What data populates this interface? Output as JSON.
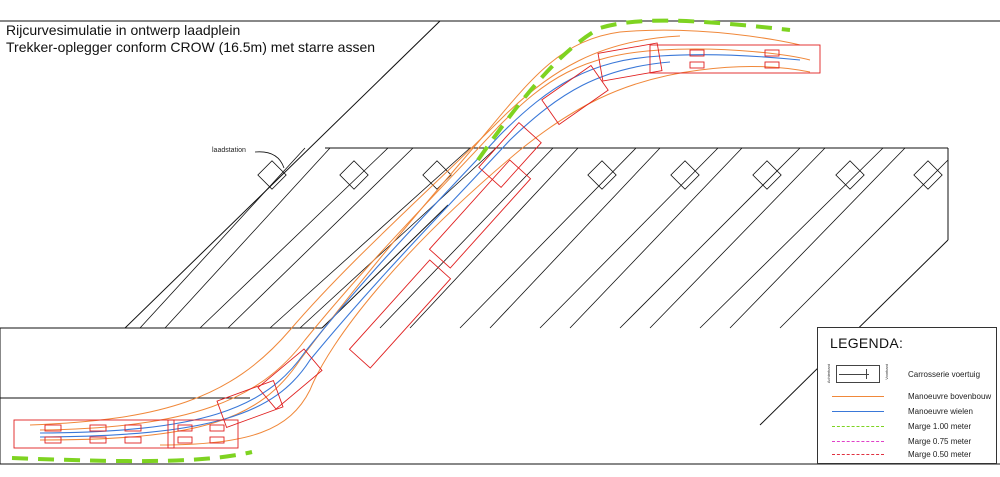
{
  "title": {
    "line1": "Rijcurvesimulatie in ontwerp laadplein",
    "line2": "Trekker-oplegger conform CROW (16.5m) met starre assen"
  },
  "annotations": {
    "station_label": "laadstation"
  },
  "legend": {
    "title": "LEGENDA:",
    "vehicle_symbol": {
      "rear_label": "Achterkant",
      "front_label": "Voorkant",
      "text": "Carrosserie voertuig"
    },
    "items": [
      {
        "label": "Manoeuvre bovenbouw",
        "color": "#f0883a",
        "style": "solid"
      },
      {
        "label": "Manoeuvre wielen",
        "color": "#3a78d8",
        "style": "solid"
      },
      {
        "label": "Marge 1.00 meter",
        "color": "#7ed321",
        "style": "dashed"
      },
      {
        "label": "Marge 0.75 meter",
        "color": "#e040c8",
        "style": "dashed"
      },
      {
        "label": "Marge 0.50 meter",
        "color": "#e03040",
        "style": "dashed"
      }
    ]
  },
  "colors": {
    "vehicle": "#e02020",
    "lines": "#111111"
  }
}
